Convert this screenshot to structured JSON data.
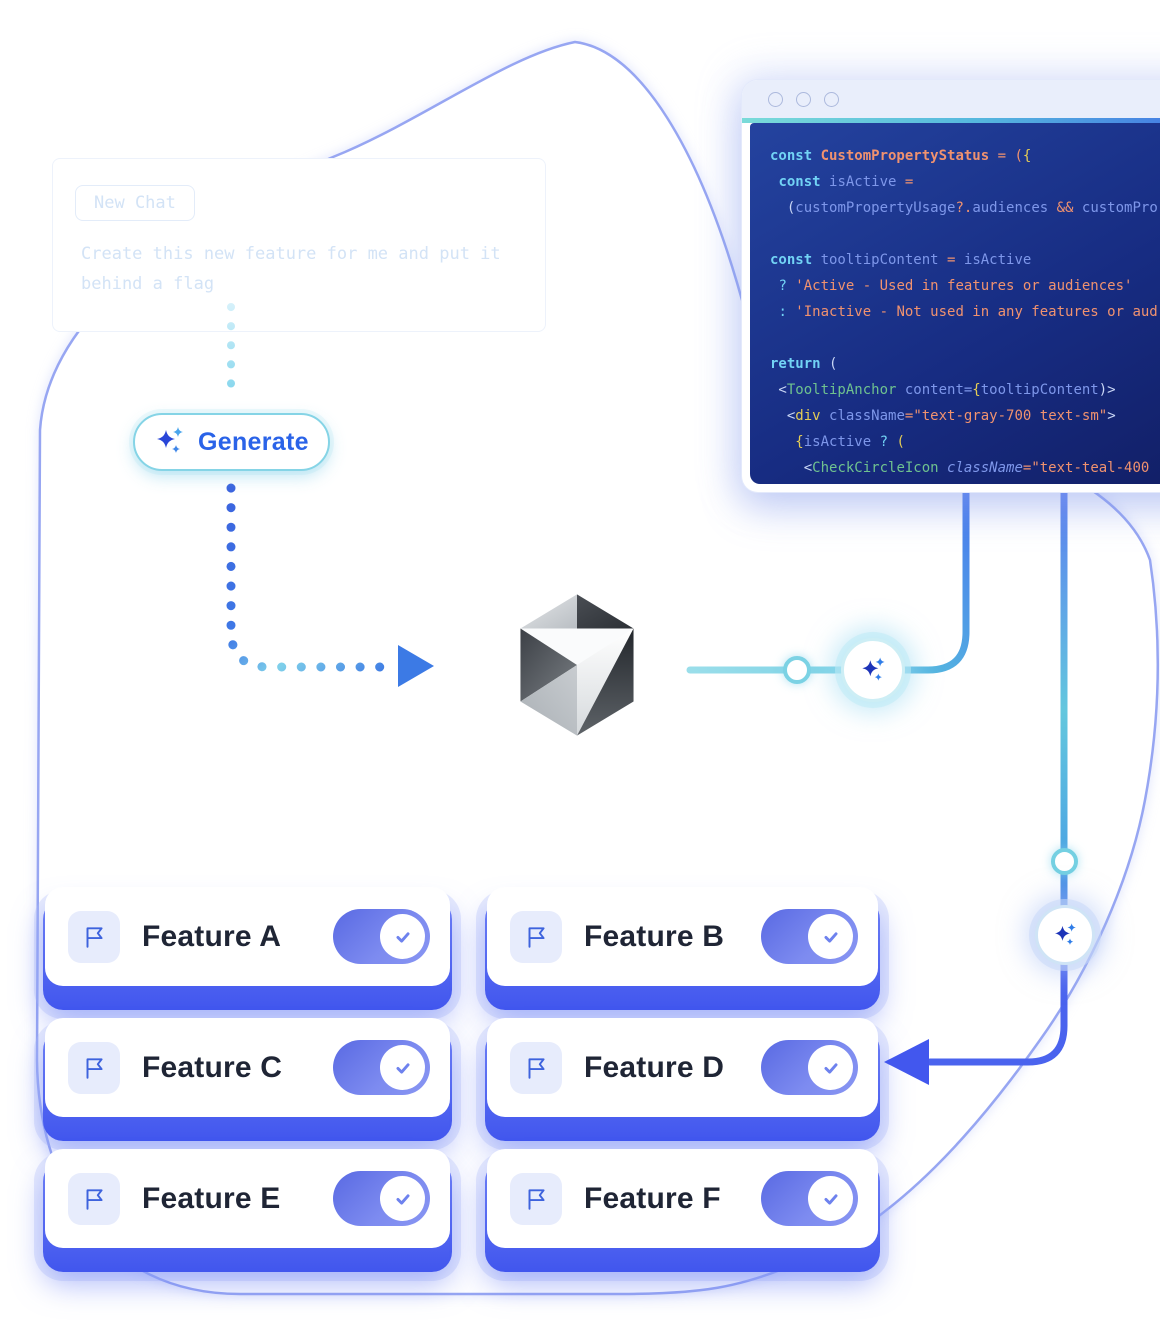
{
  "chat_panel": {
    "title": "New Chat",
    "prompt_lines": [
      "Create this new feature for me and put it",
      "behind a flag"
    ]
  },
  "generate_button": {
    "label": "Generate"
  },
  "logo": {
    "name": "faceted-cube-logo"
  },
  "code_window": {
    "traffic_light_count": 3,
    "lines": [
      [
        [
          "kw",
          "const "
        ],
        [
          "name",
          "CustomPropertyStatus"
        ],
        [
          "op",
          " = ("
        ],
        [
          "brace",
          "{"
        ]
      ],
      [
        [
          "punc",
          " "
        ],
        [
          "kw",
          "const "
        ],
        [
          "var",
          "isActive"
        ],
        [
          "op",
          " ="
        ]
      ],
      [
        [
          "punc",
          "  ("
        ],
        [
          "var",
          "customPropertyUsage"
        ],
        [
          "op",
          "?."
        ],
        [
          "var",
          "audiences"
        ],
        [
          "op",
          " && "
        ],
        [
          "var",
          "customPro"
        ]
      ],
      [],
      [
        [
          "kw",
          "const "
        ],
        [
          "var",
          "tooltipContent"
        ],
        [
          "op",
          " = "
        ],
        [
          "var",
          "isActive"
        ]
      ],
      [
        [
          "punc",
          " "
        ],
        [
          "q",
          "? "
        ],
        [
          "str",
          "'Active - Used in features or audiences'"
        ]
      ],
      [
        [
          "punc",
          " "
        ],
        [
          "q",
          ": "
        ],
        [
          "str",
          "'Inactive - Not used in any features or aud"
        ]
      ],
      [],
      [
        [
          "kw",
          "return "
        ],
        [
          "punc",
          "("
        ]
      ],
      [
        [
          "punc",
          " <"
        ],
        [
          "comp",
          "TooltipAnchor"
        ],
        [
          "var",
          " content="
        ],
        [
          "brace",
          "{"
        ],
        [
          "var",
          "tooltipContent"
        ],
        [
          "punc",
          ")>"
        ]
      ],
      [
        [
          "punc",
          "  <"
        ],
        [
          "tag",
          "div"
        ],
        [
          "var",
          " className"
        ],
        [
          "op",
          "="
        ],
        [
          "str",
          "\"text-gray-700 text-sm\""
        ],
        [
          "punc",
          ">"
        ]
      ],
      [
        [
          "punc",
          "   "
        ],
        [
          "brace",
          "{"
        ],
        [
          "var",
          "isActive"
        ],
        [
          "q",
          " ? "
        ],
        [
          "brace",
          "("
        ]
      ],
      [
        [
          "punc",
          "    <"
        ],
        [
          "comp",
          "CheckCircleIcon"
        ],
        [
          "vari",
          " className"
        ],
        [
          "op",
          "="
        ],
        [
          "str",
          "\"text-teal-400"
        ]
      ]
    ]
  },
  "features": [
    {
      "label": "Feature A",
      "enabled": true
    },
    {
      "label": "Feature B",
      "enabled": true
    },
    {
      "label": "Feature C",
      "enabled": true
    },
    {
      "label": "Feature D",
      "enabled": true
    },
    {
      "label": "Feature E",
      "enabled": true
    },
    {
      "label": "Feature F",
      "enabled": true
    }
  ],
  "colors": {
    "accent_blue": "#4a63f0",
    "teal": "#7fd4e4",
    "toggle_fill": "#7181ec",
    "flag_icon": "#3e63dd",
    "code_bg_top": "#24439f",
    "code_bg_bottom": "#111d62",
    "blob_border": "#97a6f2",
    "generate_text": "#2a63e8"
  }
}
